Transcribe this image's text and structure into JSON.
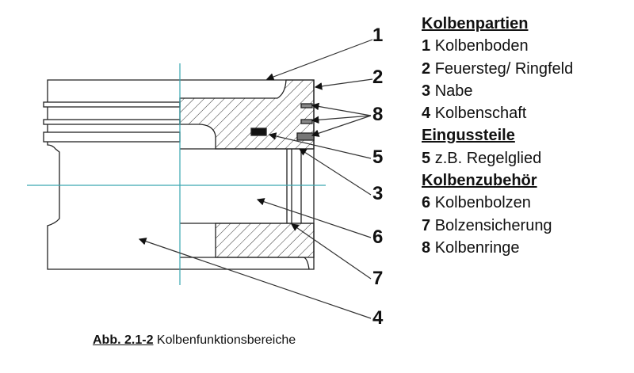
{
  "legend": {
    "groups": [
      {
        "heading": "Kolbenpartien",
        "items": [
          {
            "num": "1",
            "label": "Kolbenboden"
          },
          {
            "num": "2",
            "label": "Feuersteg/ Ringfeld"
          },
          {
            "num": "3",
            "label": "Nabe"
          },
          {
            "num": "4",
            "label": "Kolbenschaft"
          }
        ]
      },
      {
        "heading": "Eingussteile",
        "items": [
          {
            "num": "5",
            "label": "z.B. Regelglied"
          }
        ]
      },
      {
        "heading": "Kolbenzubehör",
        "items": [
          {
            "num": "6",
            "label": "Kolbenbolzen"
          },
          {
            "num": "7",
            "label": "Bolzensicherung"
          },
          {
            "num": "8",
            "label": "Kolbenringe"
          }
        ]
      }
    ]
  },
  "callouts": [
    "1",
    "2",
    "8",
    "5",
    "3",
    "6",
    "7",
    "4"
  ],
  "caption": {
    "figure": "Abb. 2.1-2",
    "title": "Kolbenfunktionsbereiche"
  },
  "colors": {
    "axis": "#3aa6b0",
    "line": "#222222"
  }
}
